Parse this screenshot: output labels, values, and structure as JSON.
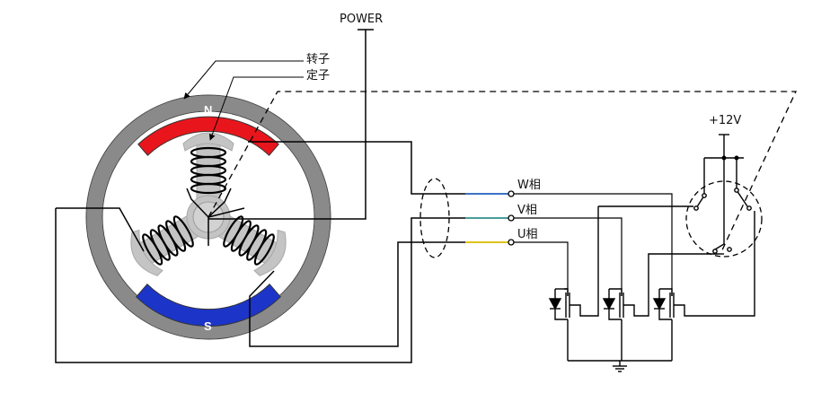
{
  "labels": {
    "power": "POWER",
    "rotor": "转子",
    "stator": "定子",
    "supply": "+12V",
    "north": "N",
    "south": "S",
    "phase_w": "W相",
    "phase_v": "V相",
    "phase_u": "U相"
  },
  "colors": {
    "outer_ring": "#8a8a8a",
    "north_pole": "#e8161c",
    "south_pole": "#1c35c8",
    "stator_core": "#c4c4c4",
    "wire": "#000000",
    "phase_w_wire": "#3a72c4",
    "phase_v_wire": "#4a9c9a",
    "phase_u_wire": "#e0c21a"
  }
}
